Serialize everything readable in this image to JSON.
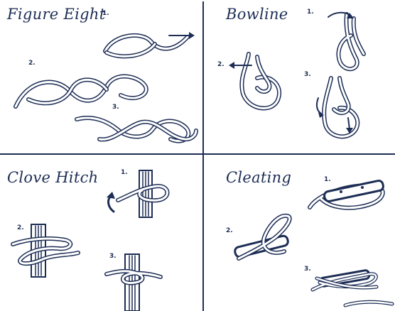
{
  "panels": [
    {
      "title": "Figure Eight",
      "steps": [
        "1.",
        "2.",
        "3."
      ]
    },
    {
      "title": "Bowline",
      "steps": [
        "1.",
        "2.",
        "3."
      ]
    },
    {
      "title": "Clove Hitch",
      "steps": [
        "1.",
        "2.",
        "3."
      ]
    },
    {
      "title": "Cleating",
      "steps": [
        "1.",
        "2.",
        "3."
      ]
    }
  ],
  "colors": {
    "ink": "#1d2d55",
    "paper": "#ffffff"
  },
  "icons": [
    "figure-eight-knot-icon",
    "bowline-knot-icon",
    "clove-hitch-knot-icon",
    "cleating-knot-icon"
  ]
}
